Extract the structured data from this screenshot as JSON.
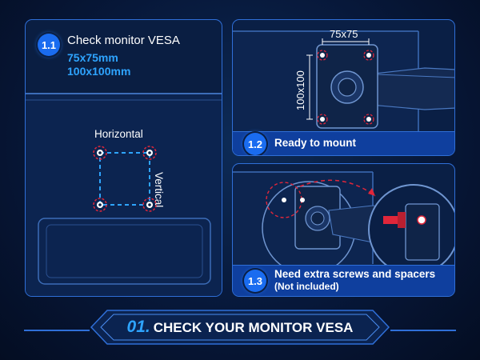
{
  "panel1": {
    "badge": "1.1",
    "title": "Check monitor VESA",
    "size_a": "75x75mm",
    "size_b": "100x100mm",
    "label_horizontal": "Horizontal",
    "label_vertical": "Vertical"
  },
  "panel2": {
    "badge": "1.2",
    "caption": "Ready to mount",
    "dim_top": "75x75",
    "dim_side": "100x100"
  },
  "panel3": {
    "badge": "1.3",
    "caption_line1": "Need extra screws and spacers",
    "caption_line2": "(Not included)"
  },
  "footer": {
    "number": "01.",
    "title": "CHECK YOUR MONITOR VESA"
  },
  "colors": {
    "accent_blue": "#1a6cf0",
    "highlight_blue": "#2ea4ff",
    "marker_red": "#e0263a",
    "background": "#07183a"
  }
}
